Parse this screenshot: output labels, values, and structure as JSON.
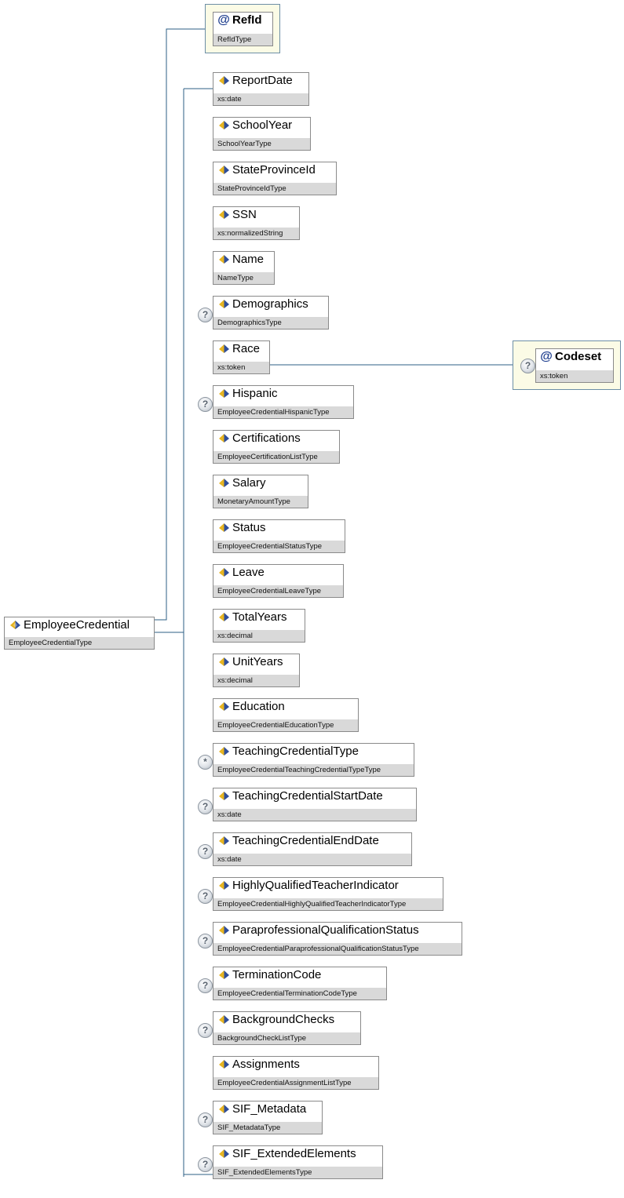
{
  "root": {
    "name": "EmployeeCredential",
    "type": "EmployeeCredentialType"
  },
  "attributes": [
    {
      "name": "RefId",
      "type": "RefIdType"
    }
  ],
  "race_attributes": [
    {
      "name": "Codeset",
      "type": "xs:token",
      "optional_marker": "?"
    }
  ],
  "elements": [
    {
      "name": "ReportDate",
      "type": "xs:date",
      "optional_marker": ""
    },
    {
      "name": "SchoolYear",
      "type": "SchoolYearType",
      "optional_marker": ""
    },
    {
      "name": "StateProvinceId",
      "type": "StateProvinceIdType",
      "optional_marker": ""
    },
    {
      "name": "SSN",
      "type": "xs:normalizedString",
      "optional_marker": ""
    },
    {
      "name": "Name",
      "type": "NameType",
      "optional_marker": ""
    },
    {
      "name": "Demographics",
      "type": "DemographicsType",
      "optional_marker": "?"
    },
    {
      "name": "Race",
      "type": "xs:token",
      "optional_marker": ""
    },
    {
      "name": "Hispanic",
      "type": "EmployeeCredentialHispanicType",
      "optional_marker": "?"
    },
    {
      "name": "Certifications",
      "type": "EmployeeCertificationListType",
      "optional_marker": ""
    },
    {
      "name": "Salary",
      "type": "MonetaryAmountType",
      "optional_marker": ""
    },
    {
      "name": "Status",
      "type": "EmployeeCredentialStatusType",
      "optional_marker": ""
    },
    {
      "name": "Leave",
      "type": "EmployeeCredentialLeaveType",
      "optional_marker": ""
    },
    {
      "name": "TotalYears",
      "type": "xs:decimal",
      "optional_marker": ""
    },
    {
      "name": "UnitYears",
      "type": "xs:decimal",
      "optional_marker": ""
    },
    {
      "name": "Education",
      "type": "EmployeeCredentialEducationType",
      "optional_marker": ""
    },
    {
      "name": "TeachingCredentialType",
      "type": "EmployeeCredentialTeachingCredentialTypeType",
      "optional_marker": "*"
    },
    {
      "name": "TeachingCredentialStartDate",
      "type": "xs:date",
      "optional_marker": "?"
    },
    {
      "name": "TeachingCredentialEndDate",
      "type": "xs:date",
      "optional_marker": "?"
    },
    {
      "name": "HighlyQualifiedTeacherIndicator",
      "type": "EmployeeCredentialHighlyQualifiedTeacherIndicatorType",
      "optional_marker": "?"
    },
    {
      "name": "ParaprofessionalQualificationStatus",
      "type": "EmployeeCredentialParaprofessionalQualificationStatusType",
      "optional_marker": "?"
    },
    {
      "name": "TerminationCode",
      "type": "EmployeeCredentialTerminationCodeType",
      "optional_marker": "?"
    },
    {
      "name": "BackgroundChecks",
      "type": "BackgroundCheckListType",
      "optional_marker": "?"
    },
    {
      "name": "Assignments",
      "type": "EmployeeCredentialAssignmentListType",
      "optional_marker": ""
    },
    {
      "name": "SIF_Metadata",
      "type": "SIF_MetadataType",
      "optional_marker": "?"
    },
    {
      "name": "SIF_ExtendedElements",
      "type": "SIF_ExtendedElementsType",
      "optional_marker": "?"
    }
  ]
}
